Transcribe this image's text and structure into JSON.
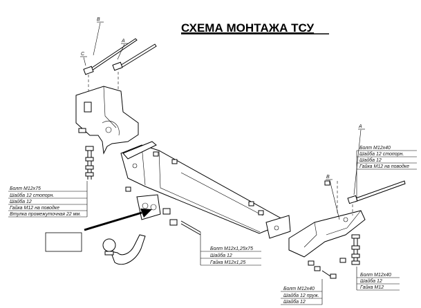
{
  "title": "СХЕМА МОНТАЖА ТСУ",
  "letters": {
    "a_top": "A",
    "b_top": "B",
    "c_top": "C",
    "a_right": "A",
    "b_right": "B"
  },
  "callouts": {
    "left": [
      "Болт M12x75",
      "Шайба 12 стопорн.",
      "Шайба 12",
      "Гайка M12 на поводке",
      "Втулка промежуточная 22 мм."
    ],
    "right_top": [
      "Болт M12x40",
      "Шайба 12 стопорн.",
      "Шайба 12",
      "Гайка M12 на поводке"
    ],
    "center": [
      "Болт M12x1,25x75",
      "Шайба 12",
      "Гайка M12x1,25"
    ],
    "bottom_right": [
      "Болт M12x40",
      "Шайба 12",
      "Гайка M12"
    ],
    "bottom_center": [
      "Болт M12x40",
      "Шайба 12 пруж.",
      "Шайба 12"
    ]
  }
}
